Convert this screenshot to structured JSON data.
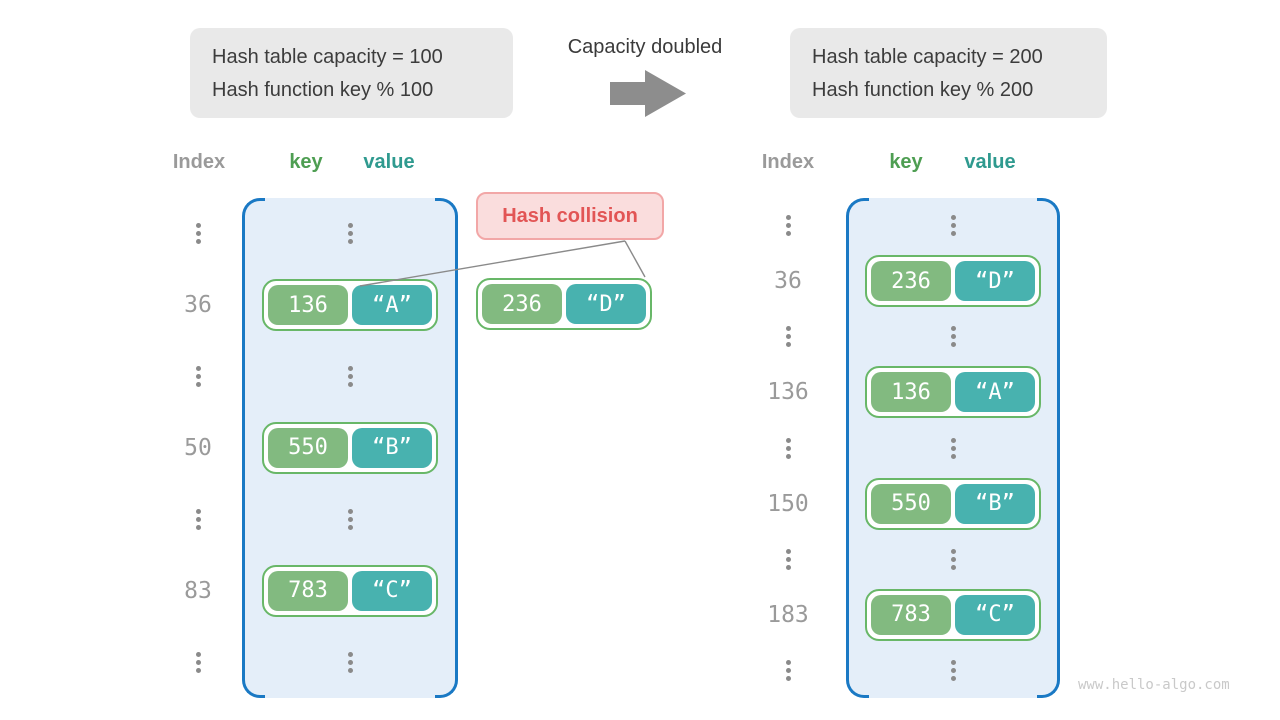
{
  "info_left": {
    "line1": "Hash table capacity = 100",
    "line2": "Hash function key % 100"
  },
  "info_right": {
    "line1": "Hash table capacity = 200",
    "line2": "Hash function key % 200"
  },
  "transition_label": "Capacity doubled",
  "collision_label": "Hash collision",
  "collision_pair": {
    "key": "236",
    "value": "“D”"
  },
  "left_table": {
    "headers": {
      "index": "Index",
      "key": "key",
      "value": "value"
    },
    "rows": [
      {
        "kind": "dots"
      },
      {
        "kind": "pair",
        "index": "36",
        "key": "136",
        "value": "“A”"
      },
      {
        "kind": "dots"
      },
      {
        "kind": "pair",
        "index": "50",
        "key": "550",
        "value": "“B”"
      },
      {
        "kind": "dots"
      },
      {
        "kind": "pair",
        "index": "83",
        "key": "783",
        "value": "“C”"
      },
      {
        "kind": "dots"
      }
    ]
  },
  "right_table": {
    "headers": {
      "index": "Index",
      "key": "key",
      "value": "value"
    },
    "rows": [
      {
        "kind": "dots"
      },
      {
        "kind": "pair",
        "index": "36",
        "key": "236",
        "value": "“D”"
      },
      {
        "kind": "dots"
      },
      {
        "kind": "pair",
        "index": "136",
        "key": "136",
        "value": "“A”"
      },
      {
        "kind": "dots"
      },
      {
        "kind": "pair",
        "index": "150",
        "key": "550",
        "value": "“B”"
      },
      {
        "kind": "dots"
      },
      {
        "kind": "pair",
        "index": "183",
        "key": "783",
        "value": "“C”"
      },
      {
        "kind": "dots"
      }
    ]
  },
  "watermark": "www.hello-algo.com",
  "colors": {
    "container_fill": "#e4eef9",
    "container_border": "#1a79c4",
    "key_pill_green": "#82ba80",
    "value_pill_teal": "#48b2af",
    "pair_border_green": "#68b768",
    "collision_bg": "#fadddd",
    "collision_border": "#f2a7a7",
    "collision_text": "#e25555",
    "gray_text": "#9a9a9a",
    "arrow_gray": "#8d8d8d",
    "infobox_bg": "#e9e9e9"
  }
}
